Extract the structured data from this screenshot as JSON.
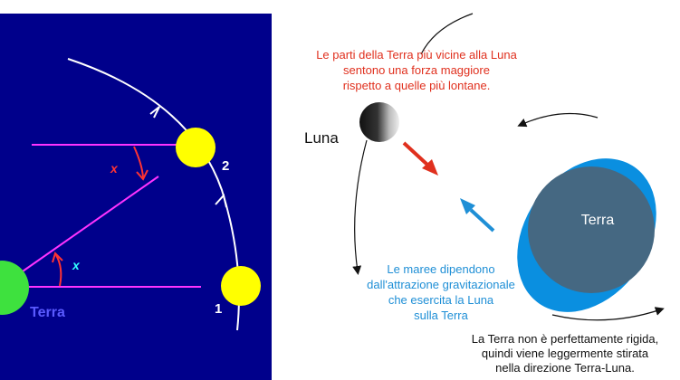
{
  "left_panel": {
    "background": "#00008b",
    "earth_label": "Terra",
    "angle_label_red": "x",
    "angle_label_cyan": "x",
    "position_1": "1",
    "position_2": "2",
    "colors": {
      "earth": "#3ee13e",
      "moon": "#ffff00",
      "line": "#ff33ff",
      "orbit": "#ffffff",
      "angle_red": "#ff3333",
      "angle_cyan": "#33ffff",
      "earth_text": "#5a5aff"
    }
  },
  "right_panel": {
    "moon_label": "Luna",
    "earth_label": "Terra",
    "text_red": [
      "Le parti della Terra più vicine alla Luna",
      "sentono una forza maggiore",
      "rispetto a quelle più lontane."
    ],
    "text_blue": [
      "Le maree dipendono",
      "dall'attrazione gravitazionale",
      "che esercita la Luna",
      "sulla Terra"
    ],
    "text_dark": [
      "La Terra non è perfettamente rigida,",
      "quindi viene leggermente stirata",
      "nella direzione Terra-Luna."
    ],
    "colors": {
      "red": "#e0301e",
      "blue": "#1f8fd6",
      "earth_body": "#456882",
      "earth_tide": "#0a8fe0"
    }
  }
}
